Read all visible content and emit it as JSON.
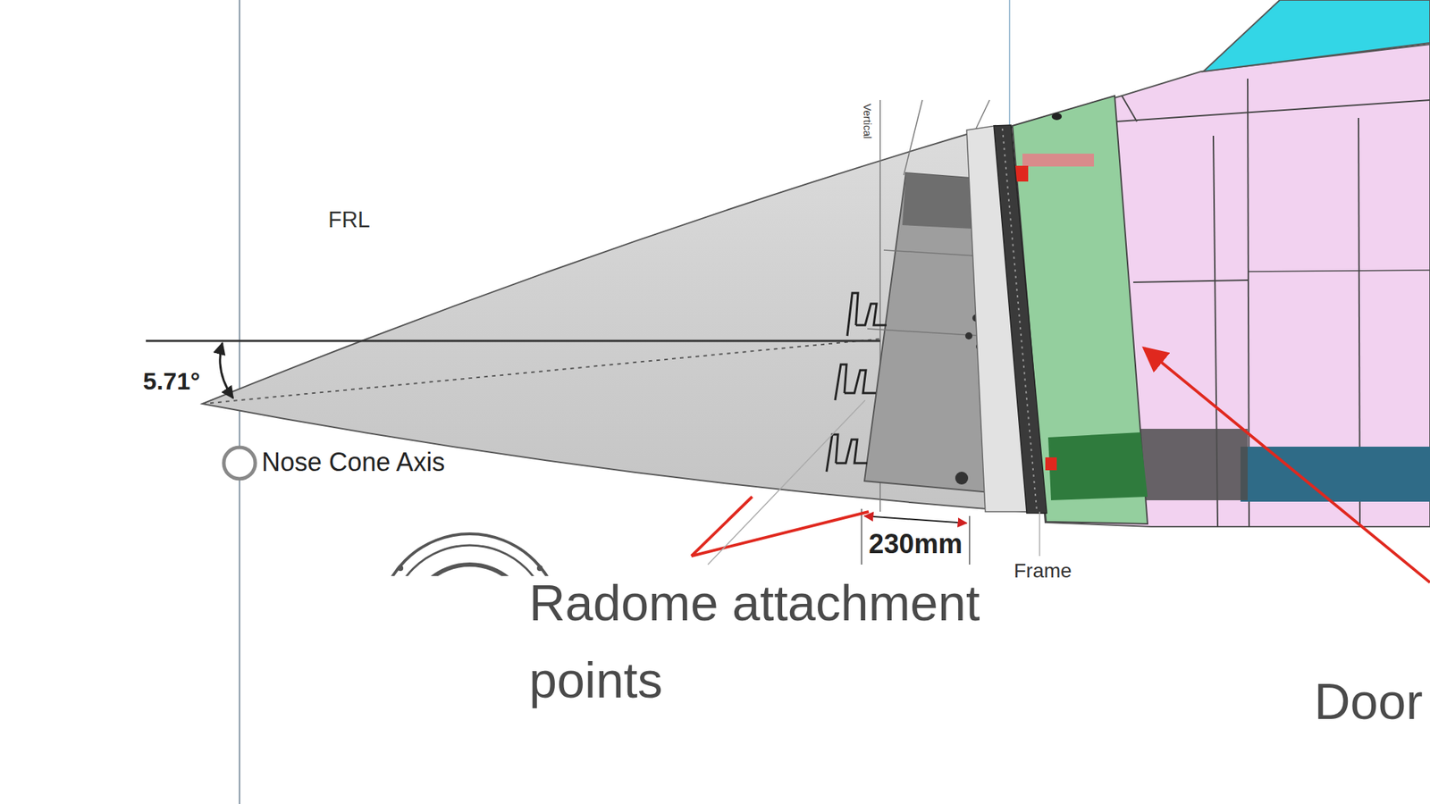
{
  "diagram": {
    "labels": [
      "Vertical",
      "FRL",
      "5.71°",
      "Nose Cone Axis",
      "230mm",
      "Frame",
      "Radome attachment points",
      "Door"
    ]
  }
}
